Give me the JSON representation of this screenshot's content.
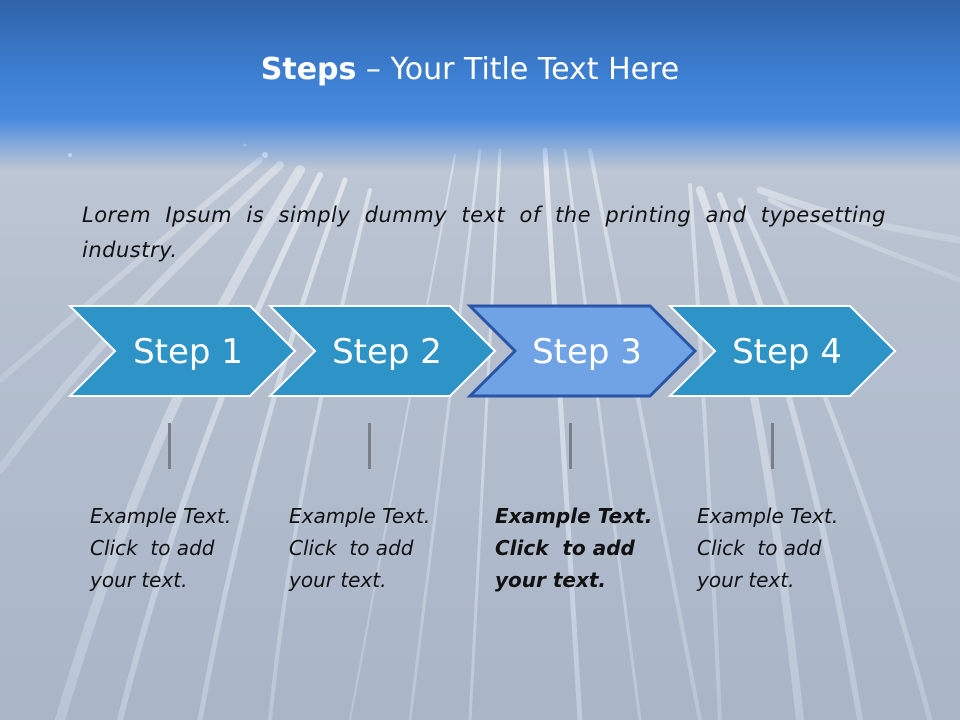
{
  "title": {
    "bold": "Steps",
    "rest": " – Your Title Text Here"
  },
  "intro": "Lorem Ipsum is simply dummy text of the printing and typesetting industry.",
  "steps": [
    {
      "label": "Step 1",
      "line1": "Example Text.",
      "line2": "Click  to add",
      "line3": "your text."
    },
    {
      "label": "Step 2",
      "line1": "Example Text.",
      "line2": "Click  to add",
      "line3": "your text."
    },
    {
      "label": "Step 3",
      "line1": "Example Text.",
      "line2": "Click  to add",
      "line3": "your text."
    },
    {
      "label": "Step 4",
      "line1": "Example Text.",
      "line2": "Click  to add",
      "line3": "your text."
    }
  ],
  "colors": {
    "chevron": "#2e93c7",
    "chevron_active": "#6fa3e6",
    "title_band": "#3d7fd2"
  }
}
